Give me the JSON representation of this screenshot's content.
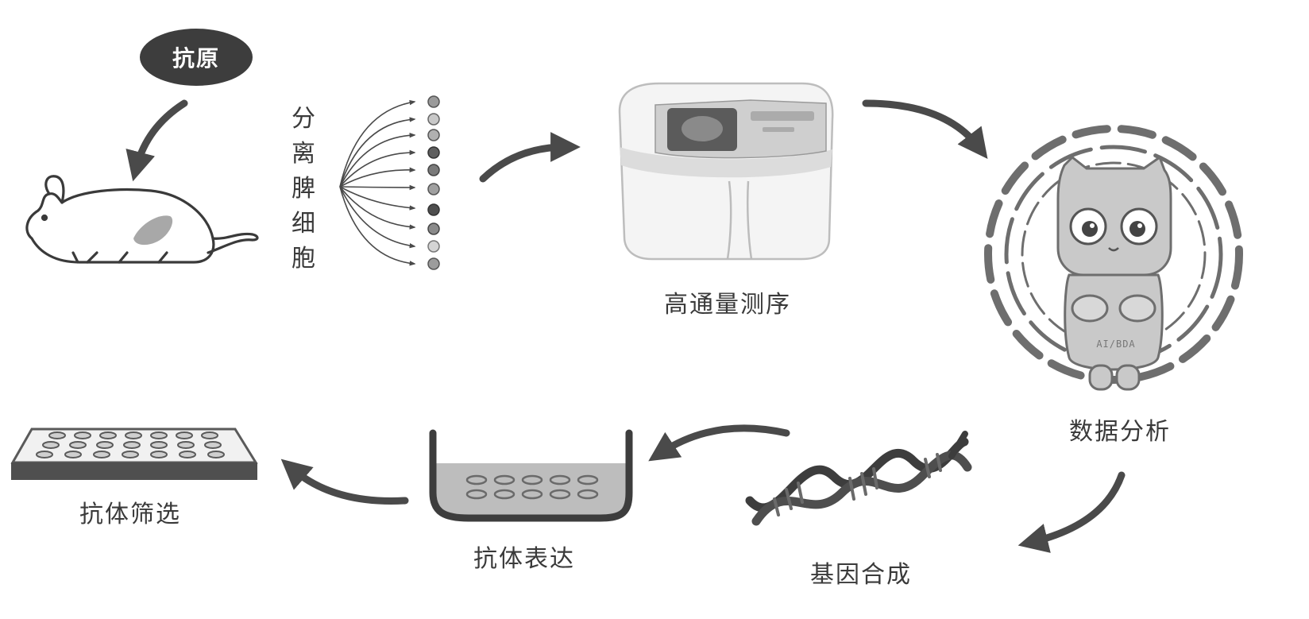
{
  "title": "",
  "nodes": {
    "antigen": {
      "label": "抗原"
    },
    "spleen_cells": {
      "label": "分离脾细胞"
    },
    "sequencing": {
      "label": "高通量测序"
    },
    "data_analysis": {
      "label": "数据分析",
      "robot_badge": "AI/BDA"
    },
    "gene_synthesis": {
      "label": "基因合成"
    },
    "antibody_expression": {
      "label": "抗体表达"
    },
    "antibody_screening": {
      "label": "抗体筛选"
    }
  },
  "colors": {
    "arrow": "#4a4a4a",
    "antigen_fill": "#3d3d3d",
    "robot_body": "#c9c9c9",
    "ring": "#6e6e6e"
  }
}
